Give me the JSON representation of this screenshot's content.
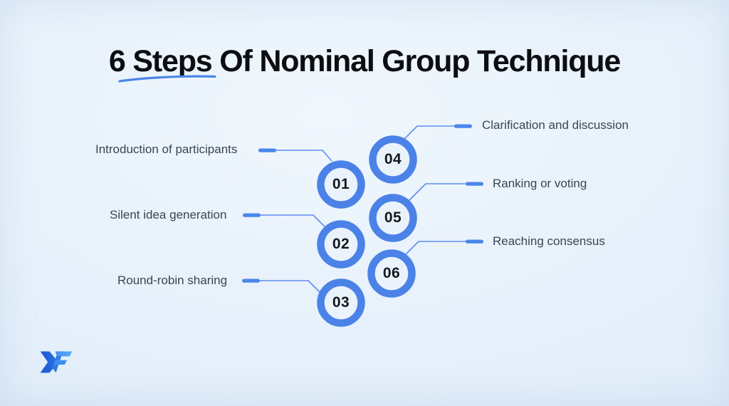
{
  "title": "6 Steps Of Nominal Group Technique",
  "steps": [
    {
      "number": "01",
      "label": "Introduction of participants",
      "side": "left"
    },
    {
      "number": "02",
      "label": "Silent idea generation",
      "side": "left"
    },
    {
      "number": "03",
      "label": "Round-robin sharing",
      "side": "left"
    },
    {
      "number": "04",
      "label": "Clarification and discussion",
      "side": "right"
    },
    {
      "number": "05",
      "label": "Ranking or voting",
      "side": "right"
    },
    {
      "number": "06",
      "label": "Reaching consensus",
      "side": "right"
    }
  ],
  "colors": {
    "accent_blue": "#4a86e8",
    "ring_blue": "#4b82e8",
    "connector_blue": "#5f8ded",
    "title_color": "#0c0e12",
    "label_color": "#3b4552",
    "background": "#e6f0fb",
    "circle_fill": "#eaf3fc"
  },
  "icons": {
    "logo": "mf-brand-logo-icon",
    "underline": "title-underline-swoosh"
  }
}
